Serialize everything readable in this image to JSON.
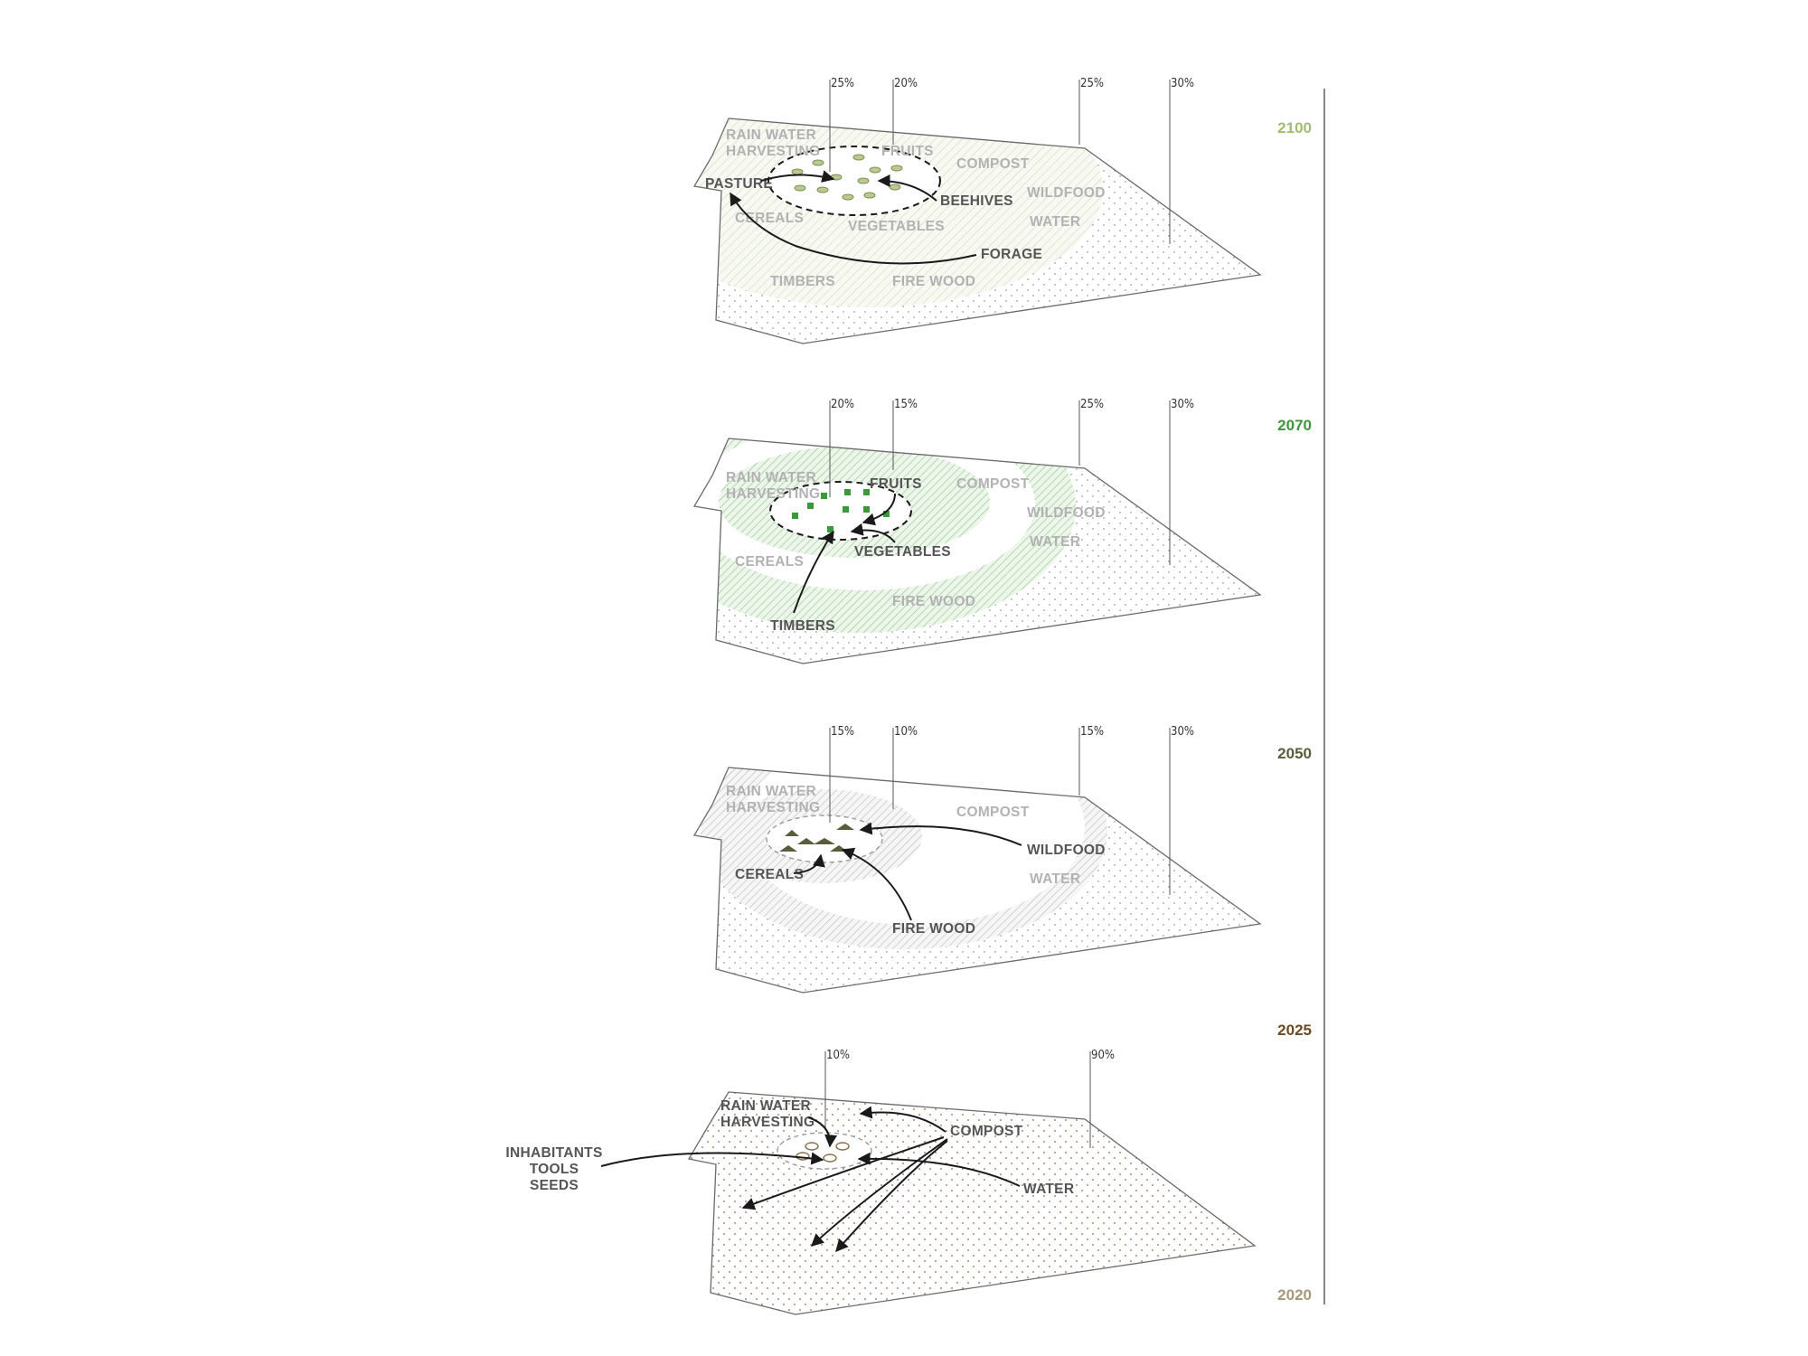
{
  "colors": {
    "y2100": "#a3bd6f",
    "y2070": "#3a9a3a",
    "y2050": "#5b5c3a",
    "y2025": "#6e4a24",
    "y2020": "#a89878"
  },
  "timeline": {
    "y2100": "2100",
    "y2070": "2070",
    "y2050": "2050",
    "y2025": "2025",
    "y2020": "2020"
  },
  "stages": {
    "p2100": {
      "percents": [
        "25%",
        "20%",
        "25%",
        "30%"
      ],
      "labels": {
        "rainwater": "RAIN WATER",
        "harvesting": "HARVESTING",
        "fruits": "FRUITS",
        "compost": "COMPOST",
        "pasture": "PASTURE",
        "beehives": "BEEHIVES",
        "wildfood": "WILDFOOD",
        "cereals": "CEREALS",
        "vegetables": "VEGETABLES",
        "water": "WATER",
        "forage": "FORAGE",
        "timbers": "TIMBERS",
        "firewood": "FIRE WOOD"
      }
    },
    "p2070": {
      "percents": [
        "20%",
        "15%",
        "25%",
        "30%"
      ],
      "labels": {
        "rainwater": "RAIN WATER",
        "harvesting": "HARVESTING",
        "fruits": "FRUITS",
        "compost": "COMPOST",
        "wildfood": "WILDFOOD",
        "vegetables": "VEGETABLES",
        "water": "WATER",
        "cereals": "CEREALS",
        "firewood": "FIRE WOOD",
        "timbers": "TIMBERS"
      }
    },
    "p2050": {
      "percents": [
        "15%",
        "10%",
        "15%",
        "30%"
      ],
      "labels": {
        "rainwater": "RAIN WATER",
        "harvesting": "HARVESTING",
        "compost": "COMPOST",
        "wildfood": "WILDFOOD",
        "cereals": "CEREALS",
        "water": "WATER",
        "firewood": "FIRE WOOD"
      }
    },
    "p2020": {
      "percents": [
        "10%",
        "90%"
      ],
      "labels": {
        "rainwater": "RAIN WATER",
        "harvesting": "HARVESTING",
        "compost": "COMPOST",
        "inhabitants": "INHABITANTS",
        "tools": "TOOLS",
        "seeds": "SEEDS",
        "water": "WATER"
      }
    }
  }
}
